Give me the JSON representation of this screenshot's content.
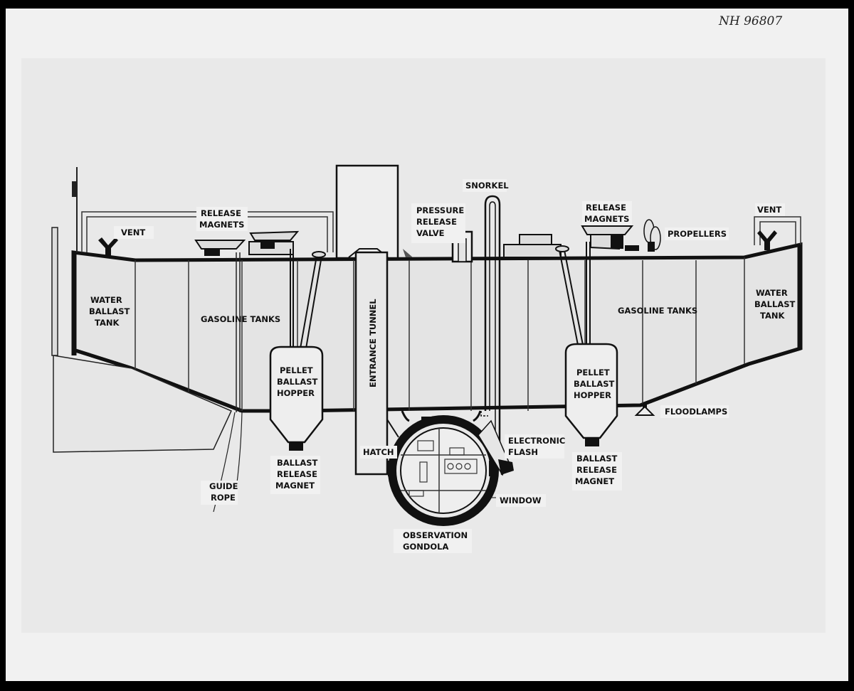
{
  "archive_mark": "NH 96807",
  "labels": {
    "release_magnets_left": [
      "RELEASE",
      "MAGNETS"
    ],
    "vent_left": [
      "VENT"
    ],
    "water_ballast_left": [
      "WATER",
      "BALLAST",
      "TANK"
    ],
    "gasoline_tanks_left": [
      "GASOLINE TANKS"
    ],
    "pellet_hopper_left": [
      "PELLET",
      "BALLAST",
      "HOPPER"
    ],
    "ballast_release_left": [
      "BALLAST",
      "RELEASE",
      "MAGNET"
    ],
    "guide_rope": [
      "GUIDE",
      "ROPE"
    ],
    "entrance_tunnel": [
      "ENTRANCE TUNNEL"
    ],
    "hatch": [
      "HATCH"
    ],
    "pressure_release_valve": [
      "PRESSURE",
      "RELEASE",
      "VALVE"
    ],
    "snorkel": [
      "SNORKEL"
    ],
    "electronic_flash": [
      "ELECTRONIC",
      "FLASH"
    ],
    "window": [
      "WINDOW"
    ],
    "observation_gondola": [
      "OBSERVATION",
      "GONDOLA"
    ],
    "release_magnets_right": [
      "RELEASE",
      "MAGNETS"
    ],
    "propellers": [
      "PROPELLERS"
    ],
    "vent_right": [
      "VENT"
    ],
    "water_ballast_right": [
      "WATER",
      "BALLAST",
      "TANK"
    ],
    "gasoline_tanks_right": [
      "GASOLINE TANKS"
    ],
    "pellet_hopper_right": [
      "PELLET",
      "BALLAST",
      "HOPPER"
    ],
    "floodlamps": [
      "FLOODLAMPS"
    ],
    "ballast_release_right": [
      "BALLAST",
      "RELEASE",
      "MAGNET"
    ]
  }
}
